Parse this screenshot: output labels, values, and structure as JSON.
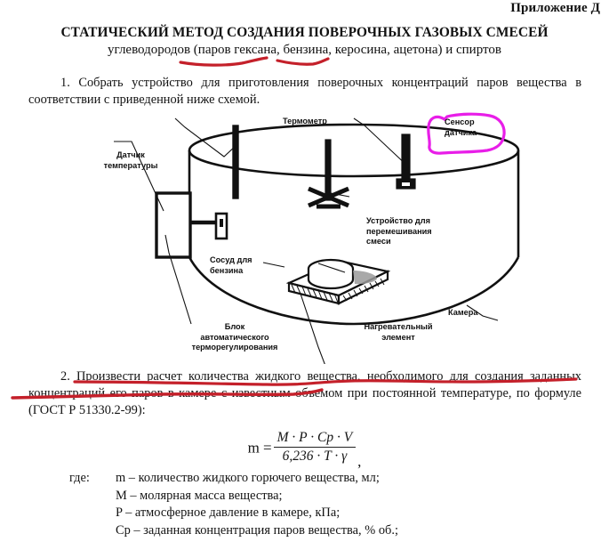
{
  "document": {
    "running_head": "Приложение Д",
    "title": "СТАТИЧЕСКИЙ МЕТОД СОЗДАНИЯ ПОВЕРОЧНЫХ ГАЗОВЫХ СМЕСЕЙ",
    "subtitle": "углеводородов (паров гексана, бензина, керосина, ацетона) и спиртов"
  },
  "paragraphs": {
    "item1": "1.  Собрать устройство для приготовления поверочных концентраций паров вещества в соответствии с приведенной ниже схемой.",
    "item2": "2.  Произвести расчет количества жидкого вещества, необходимого для создания заданных концентраций его паров в камере с известным объемом при постоянной температуре, по формуле (ГОСТ Р 51330.2-99):"
  },
  "formula": {
    "lhs": "m =",
    "numerator": "M · P · Cp · V",
    "denominator": "6,236 · T · γ",
    "trailing_comma": ","
  },
  "where": {
    "label": "где:",
    "items": [
      "m – количество жидкого горючего вещества, мл;",
      "M – молярная масса вещества;",
      "P – атмосферное давление в камере, кПа;",
      "Cp – заданная концентрация паров вещества, % об.;"
    ]
  },
  "diagram": {
    "labels": {
      "thermometer": "Термометр",
      "sensor_of_detector": "Сенсор\nдатчика",
      "temperature_sensor": "Датчик\nтемпературы",
      "mixing_device": "Устройство   для\nперемешивания\nсмеси",
      "petrol_vessel": "Сосуд   для\nбензина",
      "thermoregulation_block": "Блок\nавтоматического\nтерморегулирования",
      "heating_element": "Нагревательный\nэлемент",
      "chamber": "Камера"
    }
  },
  "annotations": {
    "underline_color": "#c4202a",
    "circle_color": "#e81ee8",
    "marks": [
      {
        "name": "underline-parov-geksana",
        "target": "паров гексана"
      },
      {
        "name": "underline-benzina",
        "target": "бензина"
      },
      {
        "name": "underline-item2-line1",
        "target": "Произвести расчет количества жидкого вещества, необходимого для создания"
      },
      {
        "name": "underline-item2-line2",
        "target": "заданных концентраций его паров"
      },
      {
        "name": "circle-sensor-datchika",
        "target": "Сенсор датчика"
      }
    ]
  }
}
